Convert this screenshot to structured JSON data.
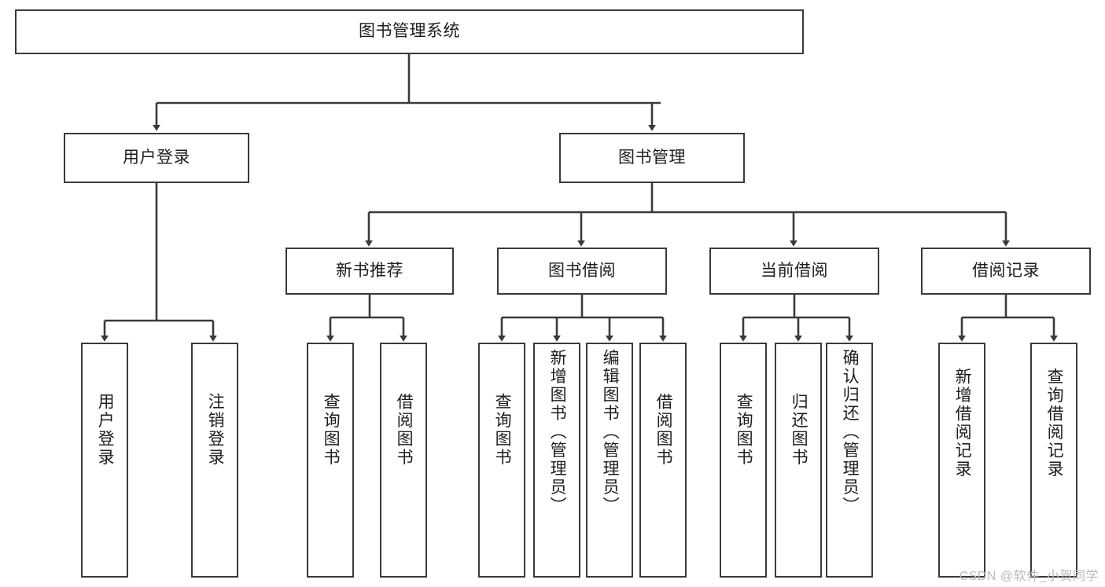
{
  "diagram": {
    "title": "图书管理系统",
    "type": "tree-hierarchy-chart",
    "root": {
      "label": "图书管理系统"
    },
    "level2": [
      {
        "label": "用户登录"
      },
      {
        "label": "图书管理"
      }
    ],
    "level3": [
      {
        "label": "新书推荐"
      },
      {
        "label": "图书借阅"
      },
      {
        "label": "当前借阅"
      },
      {
        "label": "借阅记录"
      }
    ],
    "leaves": {
      "user_login": [
        {
          "label": "用户登录"
        },
        {
          "label": "注销登录"
        }
      ],
      "new_book_recommend": [
        {
          "label": "查询图书"
        },
        {
          "label": "借阅图书"
        }
      ],
      "book_borrow": [
        {
          "label": "查询图书"
        },
        {
          "label": "新增图书（管理员）"
        },
        {
          "label": "编辑图书（管理员）"
        },
        {
          "label": "借阅图书"
        }
      ],
      "current_borrow": [
        {
          "label": "查询图书"
        },
        {
          "label": "归还图书"
        },
        {
          "label": "确认归还（管理员）"
        }
      ],
      "borrow_record": [
        {
          "label": "新增借阅记录"
        },
        {
          "label": "查询借阅记录"
        }
      ]
    }
  },
  "watermark": {
    "text": "CSDN @软件_小贺同学"
  },
  "colors": {
    "stroke": "#3a3a3a",
    "text": "#1d1d1d",
    "background": "#ffffff",
    "watermark": "#b9b9b9"
  }
}
